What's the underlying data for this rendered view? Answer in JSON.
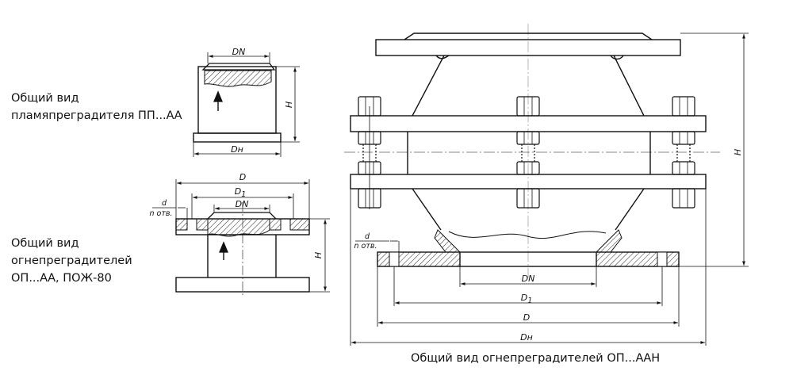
{
  "captions": {
    "pp": [
      "Общий вид",
      "пламяпреградителя ПП...АА"
    ],
    "op": [
      "Общий вид",
      "огнепреградителей",
      "ОП...АА, ПОЖ-80"
    ],
    "oph": "Общий вид огнепреградителей ОП...ААН"
  },
  "dims": {
    "dn": "DN",
    "dh": "Dн",
    "h": "H",
    "d": "D",
    "d1": "D",
    "d1_sub": "1",
    "d_small": "d",
    "n_otv": "n отв."
  },
  "colors": {
    "line": "#111111",
    "paper": "#ffffff"
  }
}
